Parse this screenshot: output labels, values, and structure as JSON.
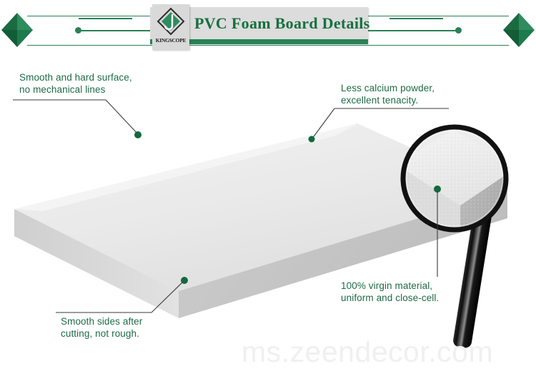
{
  "header": {
    "title": "PVC Foam Board Details",
    "brand_name": "KINGSCOPE",
    "logo_icon": "kingscope-diamond-logo",
    "left_arrow_icon": "diamond-arrow-left-icon",
    "right_arrow_icon": "diamond-arrow-right-icon",
    "accent_color": "#2a8157",
    "title_color": "#17703f",
    "plate_color": "#dcdcdc"
  },
  "callouts": [
    {
      "id": "smooth-surface",
      "text": "Smooth and hard surface,\nno mechanical lines",
      "marker_color": "#17814e",
      "target": "board-top-face"
    },
    {
      "id": "calcium",
      "text": "Less calcium powder,\nexcellent tenacity.",
      "marker_color": "#17814e",
      "target": "board-top-face-right"
    },
    {
      "id": "sides",
      "text": "Smooth sides after\ncutting, not rough.",
      "marker_color": "#17814e",
      "target": "board-front-edge"
    },
    {
      "id": "virgin",
      "text": "100% virgin material,\nuniform and close-cell.",
      "marker_color": "#17814e",
      "target": "magnifier-lens-cell-structure"
    }
  ],
  "product": {
    "board_name": "pvc-foam-board-slab",
    "top_face_color": "#e8e8e8",
    "front_edge_color": "#d2d2d2",
    "side_edge_color": "#c4c4c4"
  },
  "magnifier": {
    "icon": "magnifying-glass-icon",
    "rim_color": "#121212",
    "handle_color": "#121212",
    "collar_color": "#b9b9b9",
    "lens_content": "magnified-foam-board-corner-texture"
  },
  "watermark": {
    "text": "ms.zeendecor.com",
    "color": "#f0f0f0"
  }
}
